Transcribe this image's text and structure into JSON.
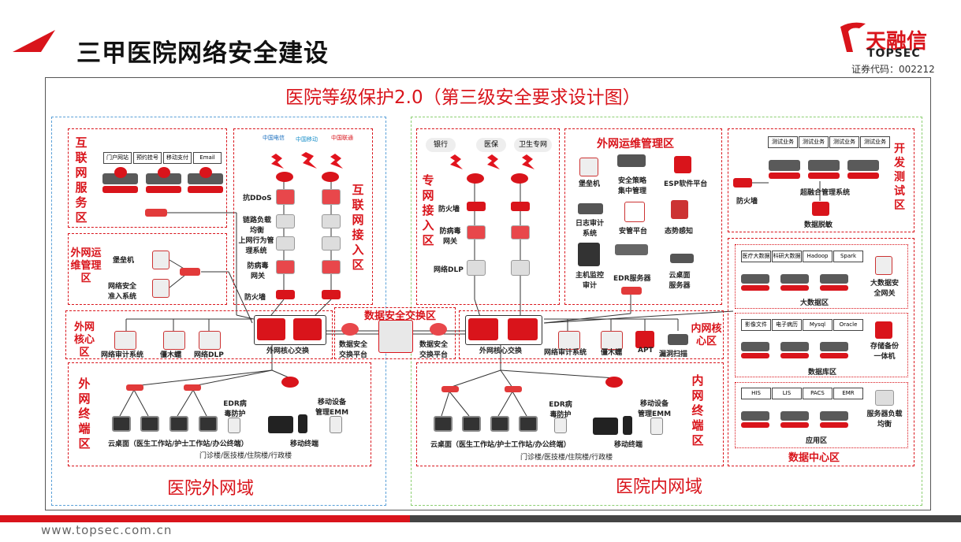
{
  "header": {
    "title": "三甲医院网络安全建设",
    "logo_text": "天融信",
    "logo_sub": "TOPSEC",
    "stock_code": "证券代码：002212"
  },
  "diagram": {
    "title": "医院等级保护2.0（第三级安全要求设计图）",
    "outer": {
      "name": "医院外网域",
      "internet_service": {
        "label": "互联网服务区",
        "tags": [
          "门户网站",
          "预约挂号",
          "移动支付",
          "Email"
        ]
      },
      "internet_access": {
        "label": "互联网接入区",
        "items": [
          "抗DDoS",
          "链路负载均衡",
          "上网行为管理系统",
          "防病毒网关",
          "防火墙"
        ]
      },
      "ops": {
        "label": "外网运维管理区",
        "items": [
          "堡垒机",
          "网络安全准入系统"
        ]
      },
      "core": {
        "label": "外网核心区",
        "items": [
          "网络审计系统",
          "僵木蠕",
          "网络DLP"
        ],
        "switch": "外网核心交换"
      },
      "terminal": {
        "label": "外网终端区",
        "items": [
          "EDR病毒防护",
          "移动设备管理EMM",
          "云桌面（医生工作站/护士工作站/办公终端）",
          "移动终端"
        ],
        "buildings": "门诊楼/医技楼/住院楼/行政楼"
      }
    },
    "exchange": {
      "label": "数据安全交换区",
      "items": [
        "数据安全交换平台",
        "数据安全交换平台"
      ]
    },
    "inner": {
      "name": "医院内网域",
      "private_access": {
        "label": "专网接入区",
        "clouds": [
          "银行",
          "医保",
          "卫生专网"
        ],
        "items": [
          "防火墙",
          "防病毒网关",
          "网络DLP"
        ]
      },
      "ops": {
        "label": "外网运维管理区",
        "items": [
          "堡垒机",
          "安全策略集中管理",
          "ESP软件平台",
          "日志审计系统",
          "安管平台",
          "态势感知",
          "主机监控审计",
          "EDR服务器",
          "云桌面服务器"
        ]
      },
      "core": {
        "label": "内网核心区",
        "items": [
          "网络审计系统",
          "僵木蠕",
          "APT",
          "漏洞扫描"
        ],
        "switch": "外网核心交换"
      },
      "terminal": {
        "label": "内网终端区",
        "items": [
          "EDR病毒防护",
          "移动设备管理EMM",
          "云桌面（医生工作站/护士工作站/办公终端）",
          "移动终端"
        ],
        "buildings": "门诊楼/医技楼/住院楼/行政楼"
      },
      "dev_test": {
        "label": "开发测试区",
        "tags": [
          "测试业务",
          "测试业务",
          "测试业务",
          "测试业务"
        ],
        "items": [
          "防火墙",
          "超融合管理系统",
          "数据脱敏"
        ]
      },
      "datacenter": {
        "label": "数据中心区",
        "bigdata": {
          "tags": [
            "医疗大数据",
            "科研大数据",
            "Hadoop",
            "Spark"
          ],
          "label": "大数据区",
          "gw": "大数据安全网关"
        },
        "database": {
          "tags": [
            "影像文件",
            "电子病历",
            "Mysql",
            "Oracle"
          ],
          "label": "数据库区",
          "backup": "存储备份一体机"
        },
        "app": {
          "tags": [
            "HIS",
            "LIS",
            "PACS",
            "EMR"
          ],
          "label": "应用区",
          "lb": "服务器负载均衡"
        }
      }
    }
  },
  "footer": {
    "url": "www.topsec.com.cn"
  },
  "colors": {
    "accent": "#d9141b",
    "blue_region": "#5aa0d8",
    "green_region": "#8ccf72"
  }
}
